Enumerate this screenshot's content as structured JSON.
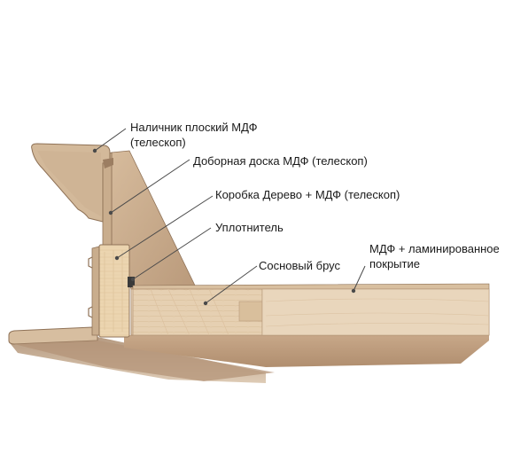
{
  "callouts": [
    {
      "id": "casing",
      "lines": [
        "Наличник плоский МДФ",
        "(телескоп)"
      ]
    },
    {
      "id": "extension",
      "lines": [
        "Доборная доска МДФ (телескоп)"
      ]
    },
    {
      "id": "frame",
      "lines": [
        "Коробка Дерево + МДФ (телескоп)"
      ]
    },
    {
      "id": "seal",
      "lines": [
        "Уплотнитель"
      ]
    },
    {
      "id": "core",
      "lines": [
        "Сосновый брус"
      ]
    },
    {
      "id": "skin",
      "lines": [
        "МДФ + ламинированное",
        "покрытие"
      ]
    }
  ],
  "colors": {
    "text": "#1a1a1a",
    "leader_line": "#4a4a4a",
    "mdf_face": "#d9c0a4",
    "mdf_shadow": "#b89a7c",
    "mdf_dark": "#8f7257",
    "pine_core": "#ecd7b4",
    "laminate_top": "#e9d5b9",
    "laminate_side": "#caa98a",
    "seal": "#3a3a3a"
  }
}
